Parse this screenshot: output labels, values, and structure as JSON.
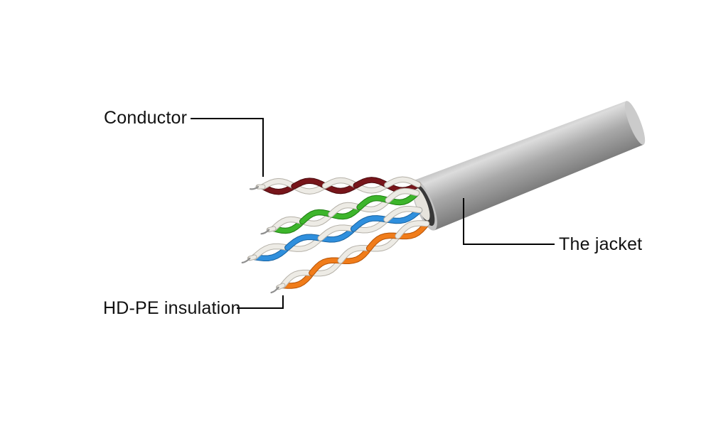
{
  "diagram": {
    "background": "#ffffff",
    "subject": "utp-cable-cutaway"
  },
  "labels": {
    "conductor": "Conductor",
    "insulation": "HD-PE insulation",
    "jacket": "The jacket"
  },
  "colors": {
    "leader_line": "#000000",
    "label_text": "#111111",
    "jacket_edge_top": "#c6c6c6",
    "jacket_highlight": "#dcdcdc",
    "jacket_mid": "#a9a9a9",
    "jacket_shadow": "#7b7b7b",
    "jacket_cap": "#cbcbcb",
    "jacket_rim": "#c2c2c2",
    "opening_interior": "#383838",
    "wire_bundle": "#e6e3dc",
    "wire_white": "#edebe5",
    "wire_white_edge": "#b5b1a8",
    "conductor_metal": "#8f8f8f"
  },
  "pairs": [
    {
      "name": "brown",
      "color": "#77151a",
      "edge": "#4a0b0e"
    },
    {
      "name": "green",
      "color": "#3db52b",
      "edge": "#1e7d11"
    },
    {
      "name": "blue",
      "color": "#2f8fdd",
      "edge": "#17619f"
    },
    {
      "name": "orange",
      "color": "#f07c1a",
      "edge": "#b55205"
    }
  ]
}
